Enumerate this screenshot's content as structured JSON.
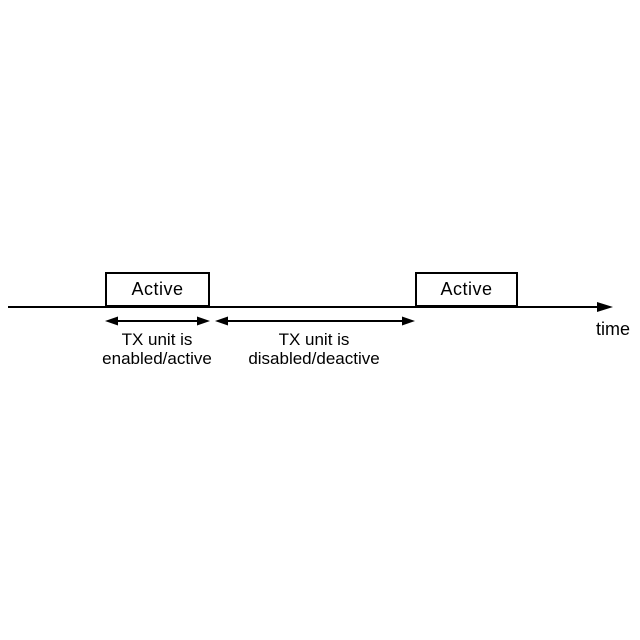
{
  "diagram": {
    "background_color": "#ffffff",
    "line_color": "#000000",
    "text_color": "#000000",
    "axis": {
      "label": "time"
    },
    "boxes": [
      {
        "label": "Active"
      },
      {
        "label": "Active"
      }
    ],
    "intervals": [
      {
        "line1": "TX unit is",
        "line2": "enabled/active"
      },
      {
        "line1": "TX unit is",
        "line2": "disabled/deactive"
      }
    ]
  }
}
